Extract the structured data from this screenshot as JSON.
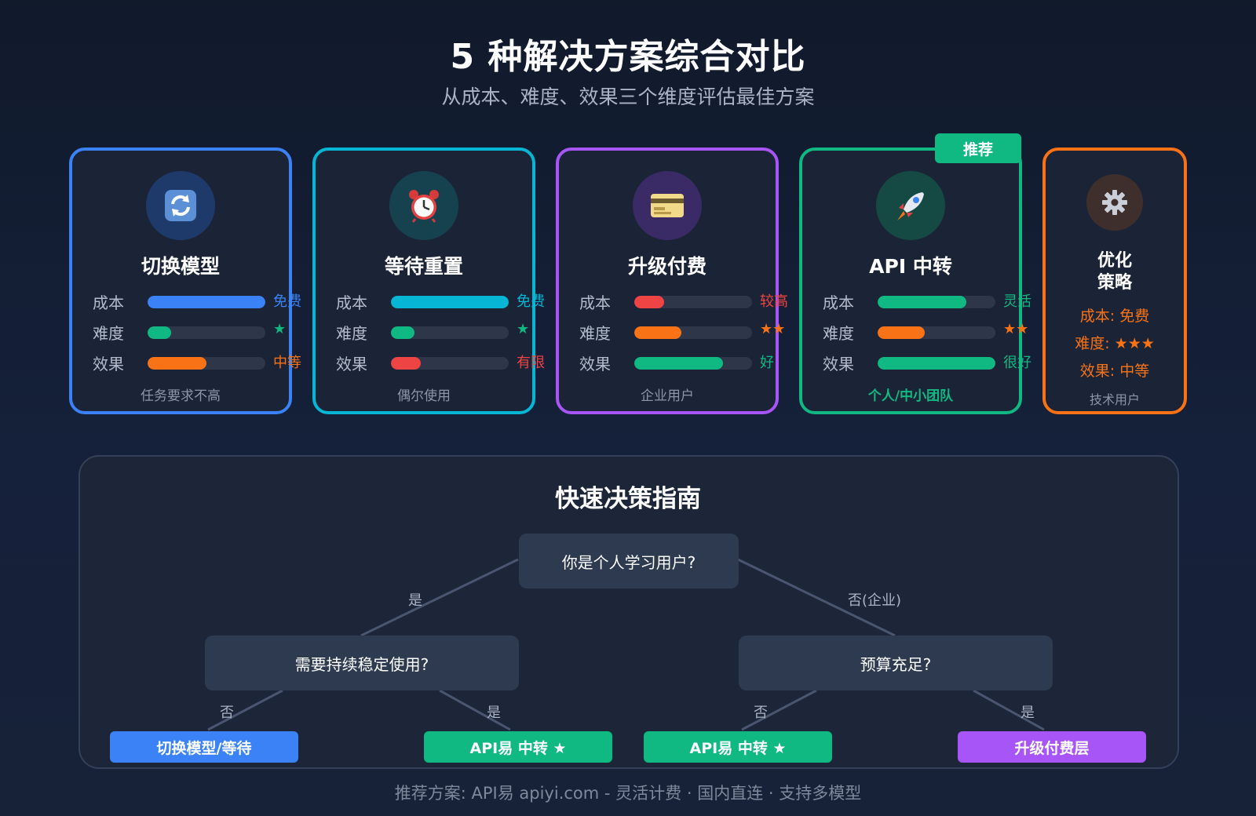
{
  "header": {
    "title": "5 种解决方案综合对比",
    "subtitle": "从成本、难度、效果三个维度评估最佳方案"
  },
  "cards": [
    {
      "name": "切换模型",
      "icon": "refresh-icon",
      "color": "#3b82f6",
      "icon_bg": "#1e3a6b",
      "rows": [
        {
          "label": "成本",
          "value": "免费",
          "level": 1.0,
          "bar_color": "#3b82f6",
          "value_color": "#3b82f6"
        },
        {
          "label": "难度",
          "value": "★",
          "level": 0.2,
          "bar_color": "#10b981",
          "value_color": "#10b981"
        },
        {
          "label": "效果",
          "value": "中等",
          "level": 0.5,
          "bar_color": "#f97316",
          "value_color": "#f97316"
        }
      ],
      "note": "任务要求不高"
    },
    {
      "name": "等待重置",
      "icon": "alarm-clock-icon",
      "color": "#06b6d4",
      "icon_bg": "#164250",
      "rows": [
        {
          "label": "成本",
          "value": "免费",
          "level": 1.0,
          "bar_color": "#06b6d4",
          "value_color": "#06b6d4"
        },
        {
          "label": "难度",
          "value": "★",
          "level": 0.2,
          "bar_color": "#10b981",
          "value_color": "#10b981"
        },
        {
          "label": "效果",
          "value": "有限",
          "level": 0.25,
          "bar_color": "#ef4444",
          "value_color": "#ef4444"
        }
      ],
      "note": "偶尔使用"
    },
    {
      "name": "升级付费",
      "icon": "credit-card-icon",
      "color": "#a855f7",
      "icon_bg": "#3a2a66",
      "rows": [
        {
          "label": "成本",
          "value": "较高",
          "level": 0.25,
          "bar_color": "#ef4444",
          "value_color": "#ef4444"
        },
        {
          "label": "难度",
          "value": "★★",
          "level": 0.4,
          "bar_color": "#f97316",
          "value_color": "#f97316"
        },
        {
          "label": "效果",
          "value": "好",
          "level": 0.75,
          "bar_color": "#10b981",
          "value_color": "#10b981"
        }
      ],
      "note": "企业用户"
    },
    {
      "name": "API 中转",
      "icon": "rocket-icon",
      "color": "#10b981",
      "icon_bg": "#154a44",
      "rows": [
        {
          "label": "成本",
          "value": "灵活",
          "level": 0.75,
          "bar_color": "#10b981",
          "value_color": "#10b981"
        },
        {
          "label": "难度",
          "value": "★★",
          "level": 0.4,
          "bar_color": "#f97316",
          "value_color": "#f97316"
        },
        {
          "label": "效果",
          "value": "很好",
          "level": 1.0,
          "bar_color": "#10b981",
          "value_color": "#10b981"
        }
      ],
      "note": "个人/中小团队",
      "badge": "推荐"
    }
  ],
  "compact_card": {
    "name_line1": "优化",
    "name_line2": "策略",
    "icon": "gear-icon",
    "color": "#f97316",
    "cost": "成本: 免费",
    "difficulty": "难度: ★★★",
    "effect": "效果: 中等",
    "note": "技术用户"
  },
  "guide": {
    "title": "快速决策指南",
    "root": "你是个人学习用户?",
    "left_q": "需要持续稳定使用?",
    "right_q": "预算充足?",
    "edge_root_left": "是",
    "edge_root_right": "否(企业)",
    "edge_ll": "否",
    "edge_lr": "是",
    "edge_rl": "否",
    "edge_rr": "是",
    "leaves": [
      {
        "label": "切换模型/等待",
        "color": "#3b82f6"
      },
      {
        "label": "API易 中转 ★",
        "color": "#10b981"
      },
      {
        "label": "API易 中转 ★",
        "color": "#10b981"
      },
      {
        "label": "升级付费层",
        "color": "#a855f7"
      }
    ]
  },
  "footer": "推荐方案: API易 apiyi.com - 灵活计费 · 国内直连 · 支持多模型"
}
